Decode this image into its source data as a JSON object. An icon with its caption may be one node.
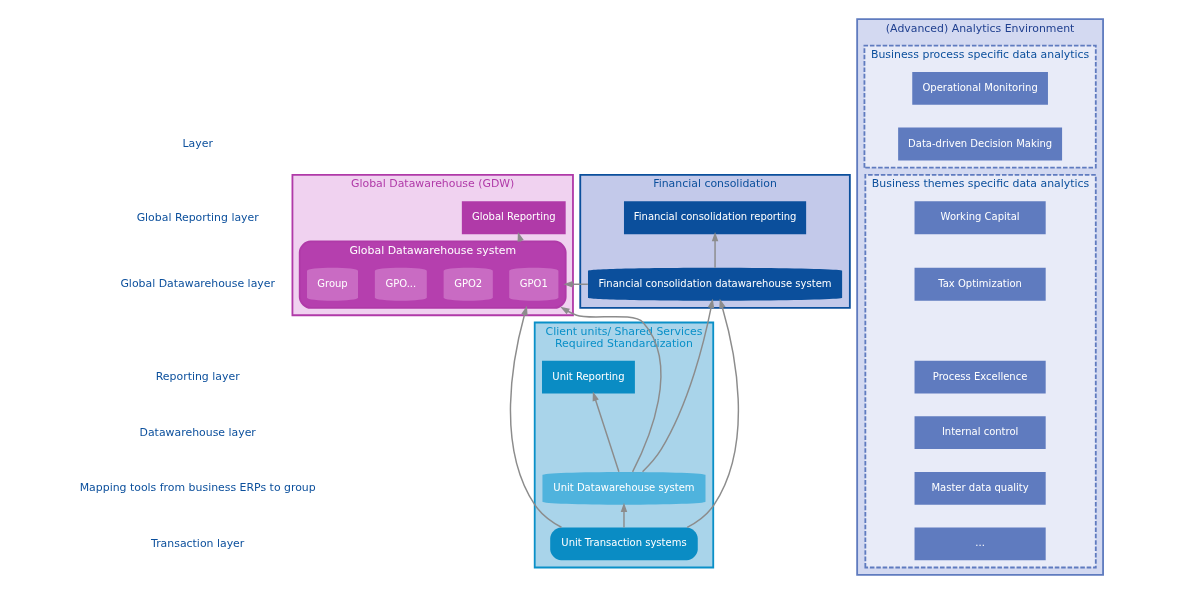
{
  "diagram": {
    "nodes": [
      {
        "text": [
          "Financial consolidation"
        ]
      },
      {
        "text": [
          "Financial consolidation reporting"
        ],
        "in": 0
      },
      {
        "text": [
          "Financial consolidation datawarehouse system"
        ],
        "in": 0
      },
      {
        "text": [
          "Global Datawarehouse (GDW)"
        ]
      },
      {
        "text": [
          "Global Reporting"
        ],
        "in": 3
      },
      {
        "text": [
          "Global Datawarehouse system"
        ],
        "in": 3
      },
      {
        "text": [
          "GPO1"
        ],
        "in": 5
      },
      {
        "text": [
          "GPO2"
        ],
        "in": 5
      },
      {
        "text": [
          "GPO..."
        ],
        "in": 5
      },
      {
        "text": [
          "Group"
        ],
        "in": 5
      },
      {
        "text": [
          "Client units/ Shared Services",
          "Required Standardization"
        ]
      },
      {
        "text": [
          "Unit Reporting"
        ],
        "in": 10
      },
      {
        "text": [
          "Unit Datawarehouse system"
        ],
        "in": 10
      },
      {
        "text": [
          "Unit Transaction systems"
        ],
        "in": 10
      },
      {
        "text": [
          "(Advanced) Analytics Environment"
        ]
      },
      {
        "text": [
          "Business process specific data analytics"
        ],
        "in": 14
      },
      {
        "text": [
          "Operational Monitoring"
        ],
        "in": 15
      },
      {
        "text": [
          "Data-driven Decision Making"
        ],
        "in": 15
      },
      {
        "text": [
          "Business themes specific data analytics"
        ],
        "in": 14
      },
      {
        "text": [
          "Working Capital"
        ],
        "in": 18
      },
      {
        "text": [
          "Tax Optimization"
        ],
        "in": 18
      },
      {
        "text": [
          "Process Excellence"
        ],
        "in": 18
      },
      {
        "text": [
          "Internal control"
        ],
        "in": 18
      },
      {
        "text": [
          "Master data quality"
        ],
        "in": 18
      },
      {
        "text": [
          "..."
        ],
        "in": 18
      }
    ],
    "edges": [
      {
        "from": 2,
        "to": 1,
        "arrow": "to"
      },
      {
        "from": 5,
        "to": 4,
        "arrow": "to"
      },
      {
        "from": 2,
        "to": 5,
        "arrow": "to"
      },
      {
        "from": 13,
        "to": 2,
        "arrow": "to"
      },
      {
        "from": 12,
        "to": 2,
        "arrow": "to"
      },
      {
        "from": 12,
        "to": 5,
        "arrow": "to"
      },
      {
        "from": 13,
        "to": 5,
        "arrow": "to"
      },
      {
        "from": 13,
        "to": 12,
        "arrow": "to"
      },
      {
        "from": 12,
        "to": 11,
        "arrow": "to"
      }
    ],
    "labels": [
      "Layer",
      "Global Reporting layer",
      "Global Datawarehouse layer",
      "Reporting layer",
      "Datawarehouse layer",
      "Mapping tools from business ERPs to group",
      "Transaction layer"
    ]
  }
}
